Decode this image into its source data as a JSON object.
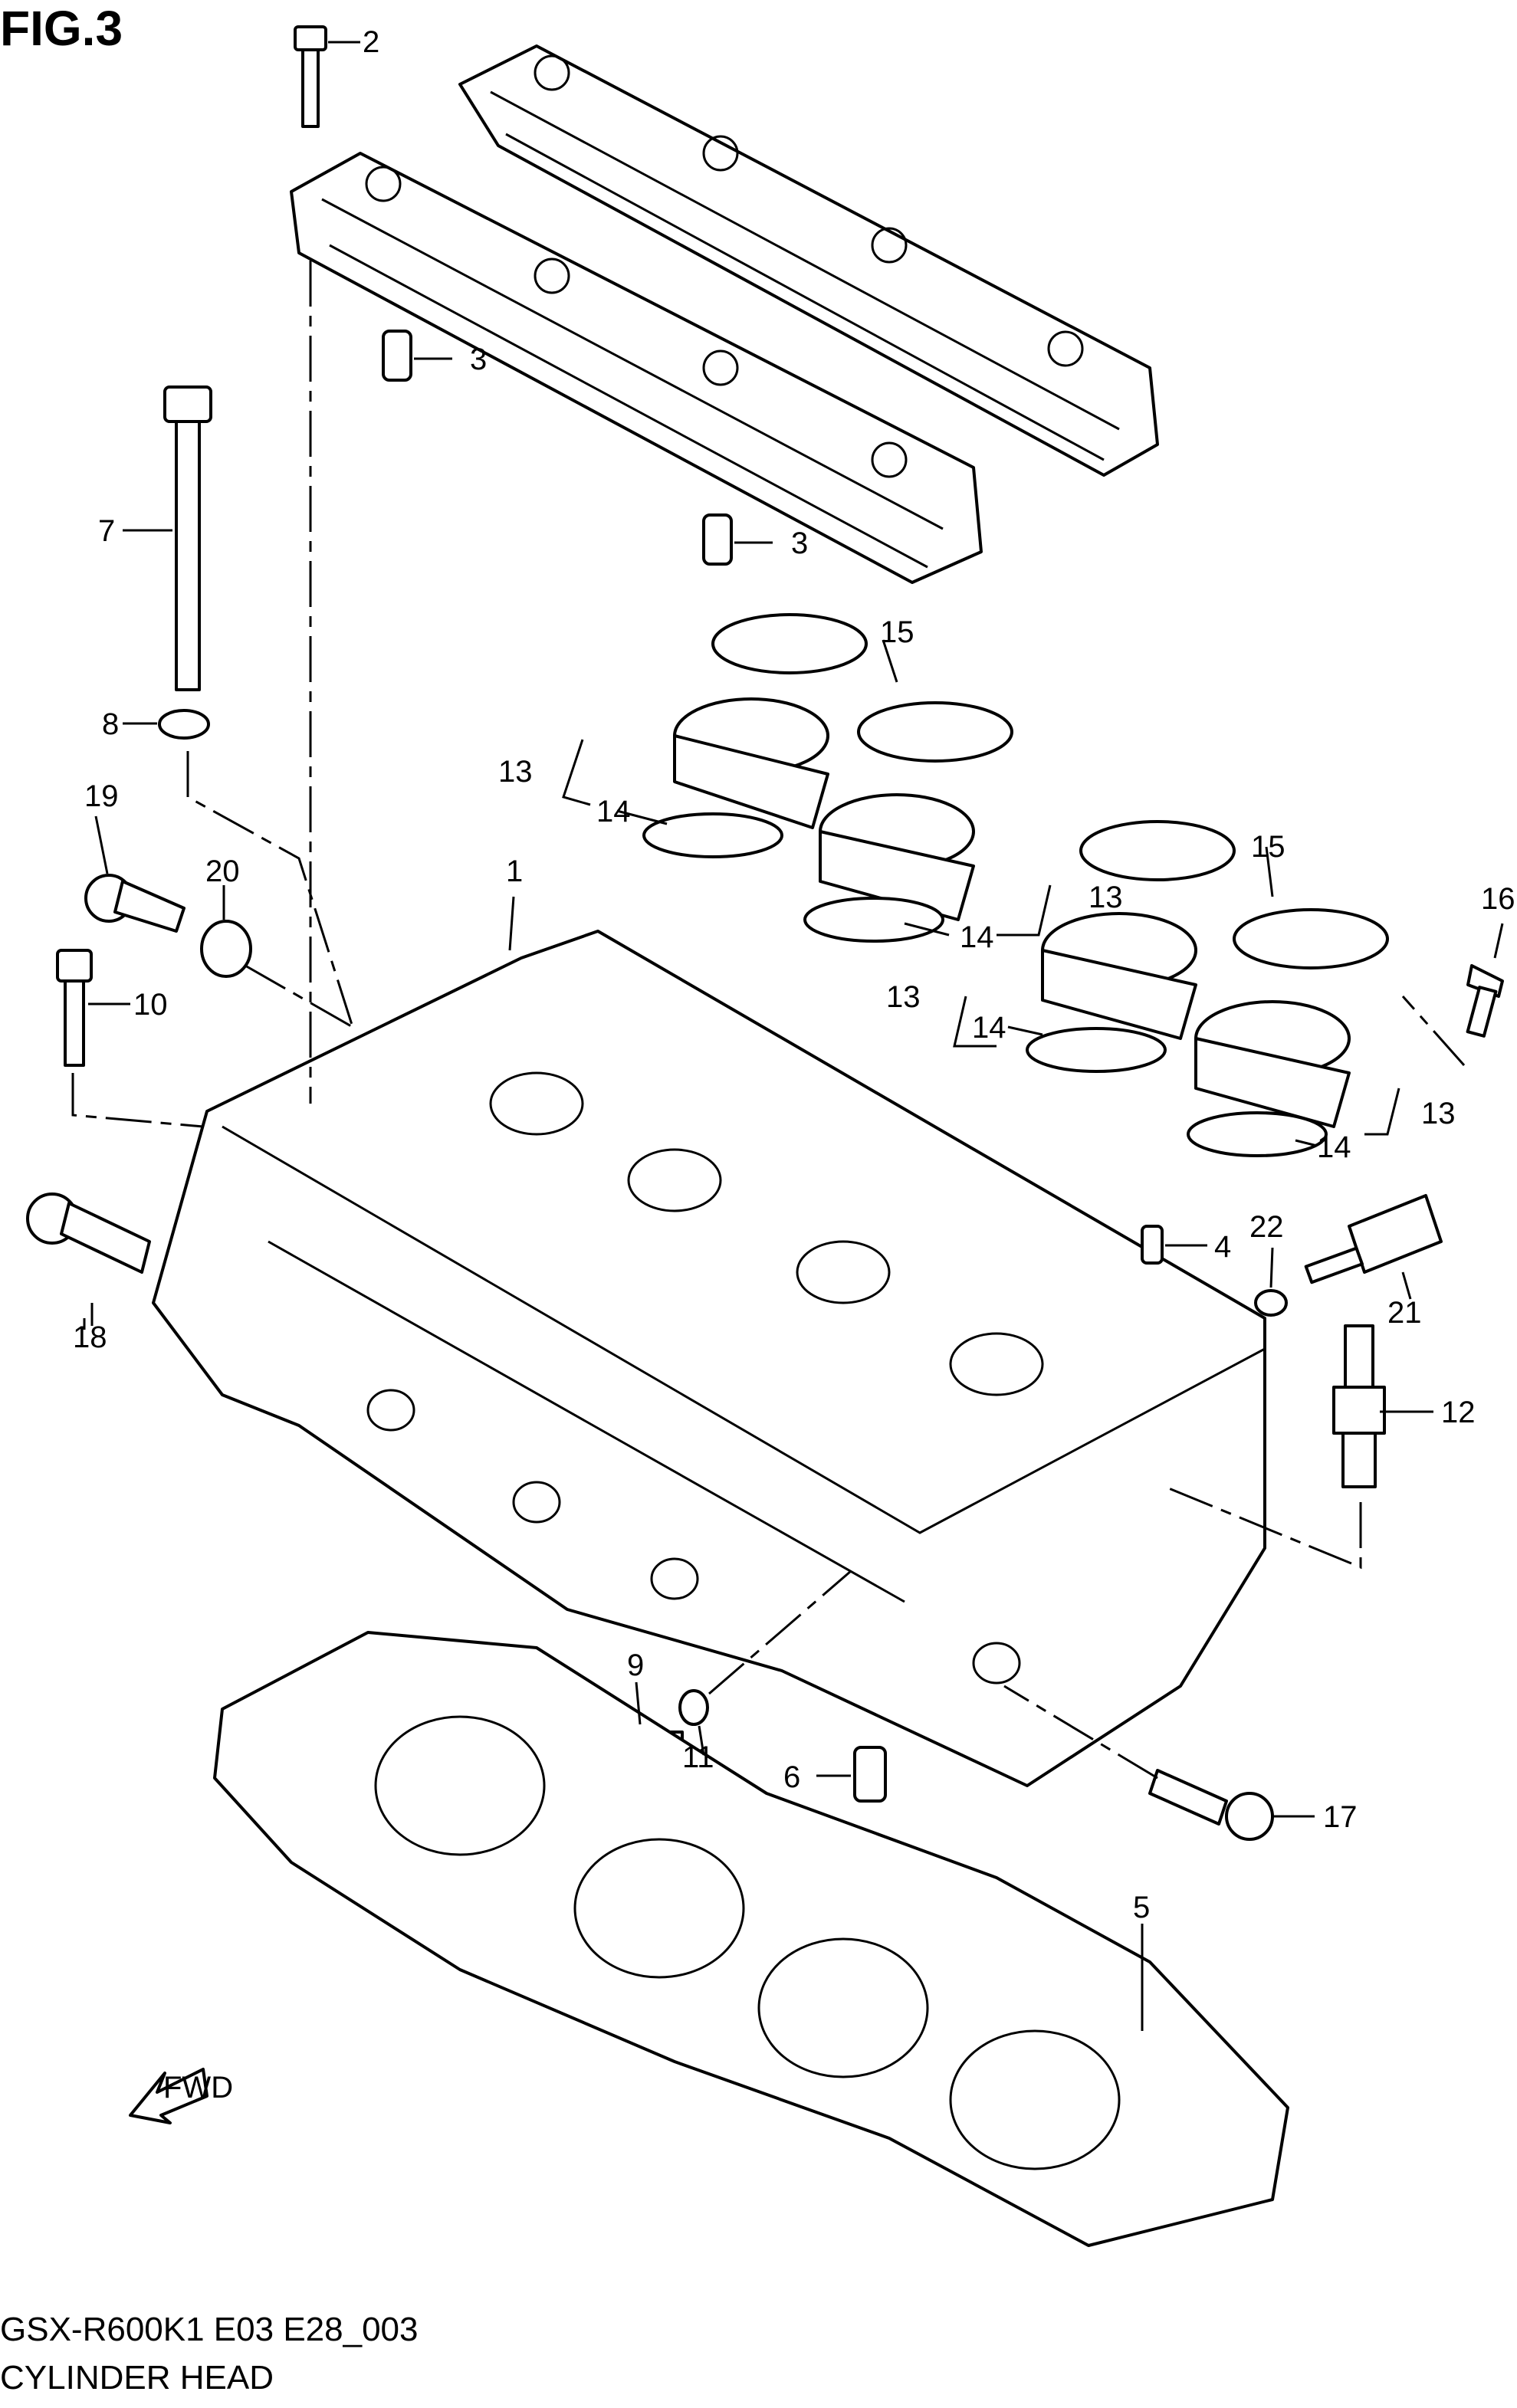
{
  "figure_title": "FIG.3",
  "code": "GSX-R600K1 E03 E28_003",
  "caption": "CYLINDER HEAD",
  "fwd_label": "FWD",
  "callouts": [
    "1",
    "2",
    "3",
    "3",
    "4",
    "5",
    "6",
    "7",
    "8",
    "9",
    "10",
    "11",
    "12",
    "13",
    "13",
    "13",
    "13",
    "14",
    "14",
    "14",
    "14",
    "15",
    "15",
    "16",
    "17",
    "18",
    "19",
    "20",
    "21",
    "22"
  ]
}
